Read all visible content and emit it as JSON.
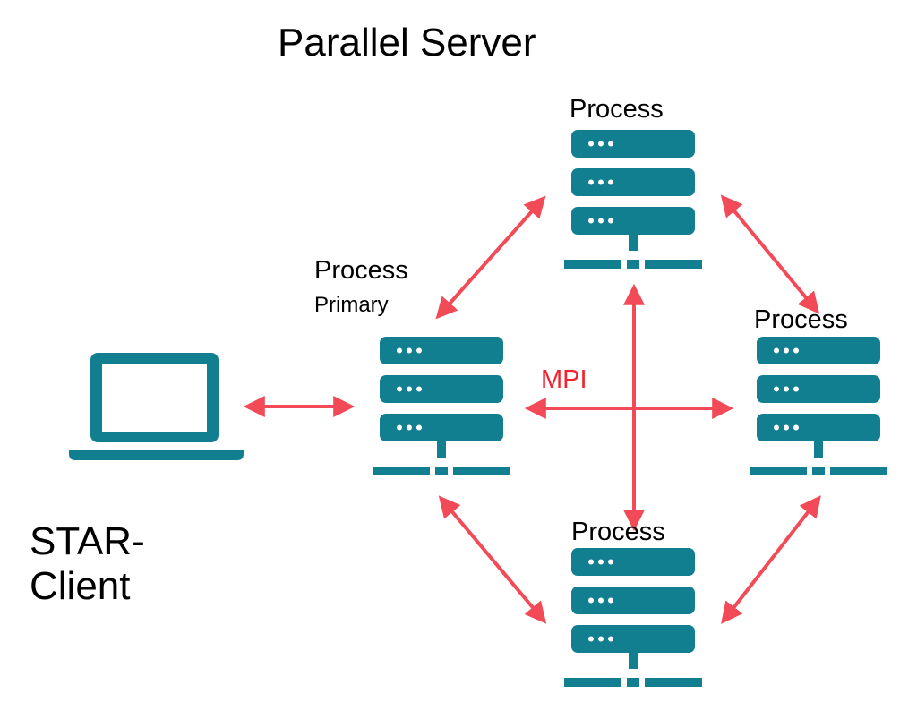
{
  "diagram": {
    "title": "Parallel Server",
    "client": {
      "line1": "STAR-",
      "line2": "Client"
    },
    "nodes": {
      "primary": {
        "label": "Process",
        "sublabel": "Primary"
      },
      "top": {
        "label": "Process"
      },
      "right": {
        "label": "Process"
      },
      "bottom": {
        "label": "Process"
      }
    },
    "protocol_label": "MPI"
  },
  "colors": {
    "server": "#127f91",
    "arrow": "#f24a57",
    "mpi_text": "#f0232f",
    "text": "#000000"
  },
  "icons": [
    "laptop-icon",
    "server-icon"
  ]
}
